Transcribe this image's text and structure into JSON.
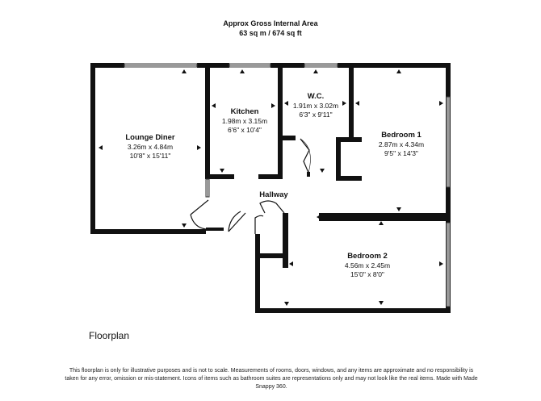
{
  "header": {
    "area_title": "Approx Gross Internal Area",
    "area_value": "63 sq m / 674 sq ft"
  },
  "rooms": {
    "lounge": {
      "name": "Lounge Diner",
      "metric": "3.26m x 4.84m",
      "imperial": "10'8\" x 15'11\""
    },
    "kitchen": {
      "name": "Kitchen",
      "metric": "1.98m x 3.15m",
      "imperial": "6'6\" x 10'4\""
    },
    "wc": {
      "name": "W.C.",
      "metric": "1.91m x 3.02m",
      "imperial": "6'3\" x 9'11\""
    },
    "bedroom1": {
      "name": "Bedroom 1",
      "metric": "2.87m x 4.34m",
      "imperial": "9'5\" x 14'3\""
    },
    "hallway": {
      "name": "Hallway"
    },
    "bedroom2": {
      "name": "Bedroom 2",
      "metric": "4.56m x 2.45m",
      "imperial": "15'0\" x 8'0\""
    }
  },
  "floorplan_label": "Floorplan",
  "disclaimer": "This floorplan is only for illustrative purposes and is not to scale. Measurements of rooms, doors, windows, and any items are approximate and no responsibility is taken for any error, omission or mis-statement. Icons of items such as bathroom suites are representations only and may not look like the real items. Made with Made Snappy 360."
}
